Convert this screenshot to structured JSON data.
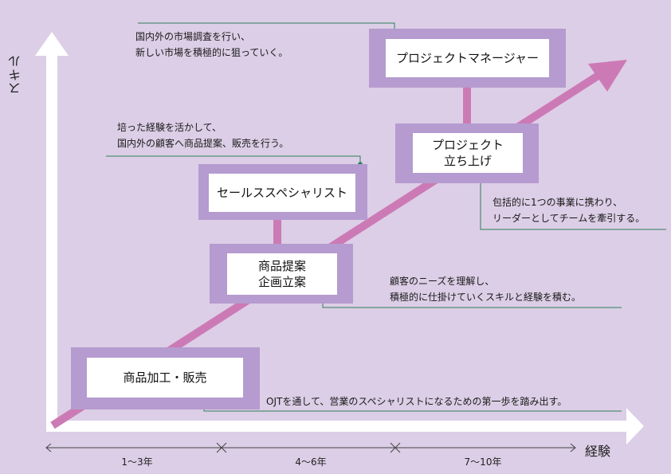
{
  "axes": {
    "y_label": "スキル",
    "x_label": "経験",
    "ranges": [
      "1～3年",
      "4～6年",
      "7～10年"
    ]
  },
  "stages": [
    {
      "label": "商品加工・販売"
    },
    {
      "label": "商品提案\n企画立案"
    },
    {
      "label": "セールススペシャリスト"
    },
    {
      "label": "プロジェクト\n立ち上げ"
    },
    {
      "label": "プロジェクトマネージャー"
    }
  ],
  "notes": [
    {
      "lines": [
        "OJTを通して、営業のスペシャリストになるための第一歩を踏み出す。"
      ]
    },
    {
      "lines": [
        "顧客のニーズを理解し、",
        "積極的に仕掛けていくスキルと経験を積む。"
      ]
    },
    {
      "lines": [
        "培った経験を活かして、",
        "国内外の顧客へ商品提案、販売を行う。"
      ]
    },
    {
      "lines": [
        "包括的に1つの事業に携わり、",
        "リーダーとしてチームを牽引する。"
      ]
    },
    {
      "lines": [
        "国内外の市場調査を行い、",
        "新しい市場を積極的に狙っていく。"
      ]
    }
  ],
  "colors": {
    "background": "#dccee6",
    "frame": "#b59bcf",
    "growth_arrow": "#cc7ab6",
    "connector": "#cc7ab6",
    "leader_line": "#2e7d5b",
    "axis": "#ffffff"
  }
}
